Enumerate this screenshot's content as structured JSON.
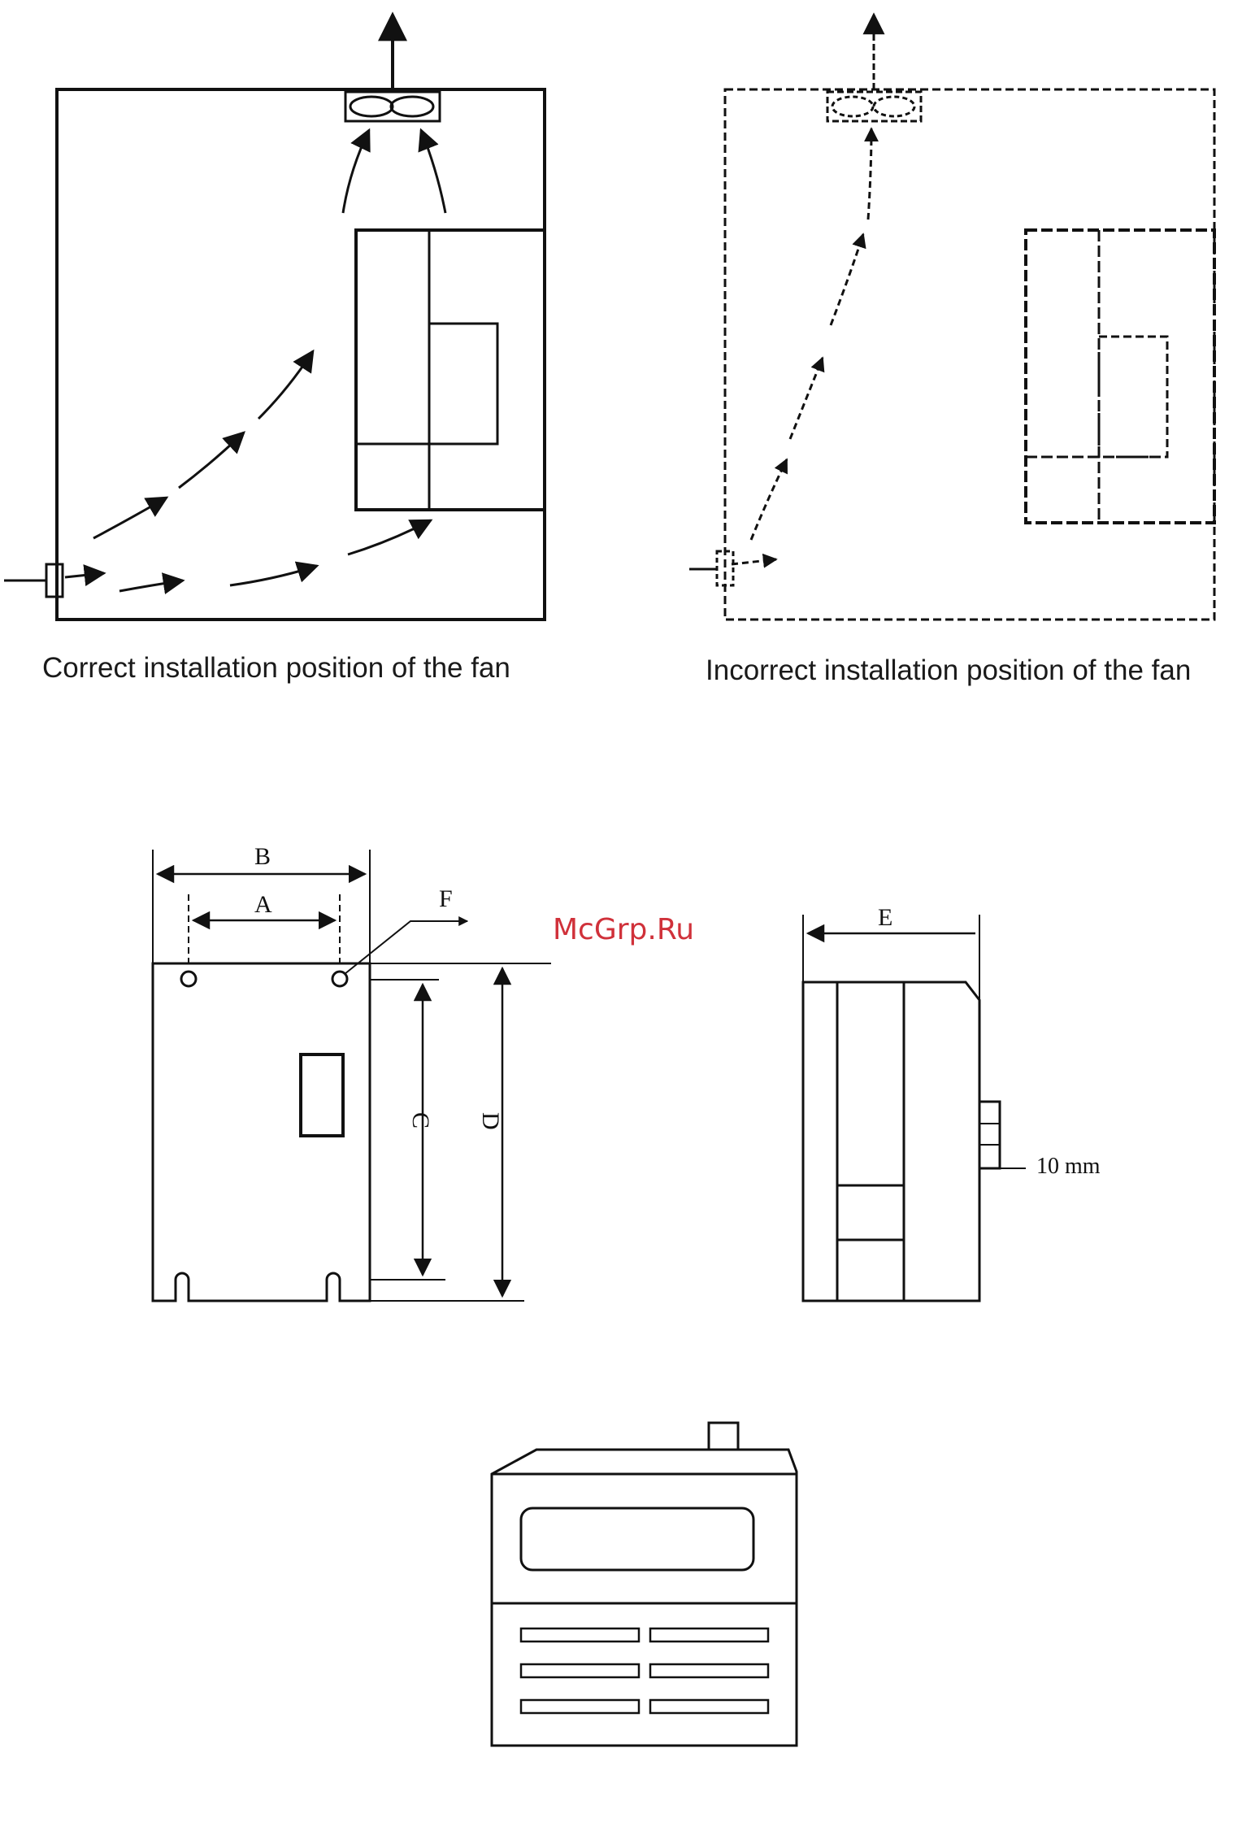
{
  "figures": {
    "correct_caption": "Correct installation position of the fan",
    "incorrect_caption": "Incorrect installation position of the fan"
  },
  "dimensions": {
    "label_a": "A",
    "label_b": "B",
    "label_c": "C",
    "label_d": "D",
    "label_e": "E",
    "label_f": "F",
    "clearance_note": "10 mm"
  },
  "watermark": "McGrp.Ru",
  "colors": {
    "ink": "#111111",
    "watermark": "#d0313a",
    "background": "#ffffff"
  }
}
